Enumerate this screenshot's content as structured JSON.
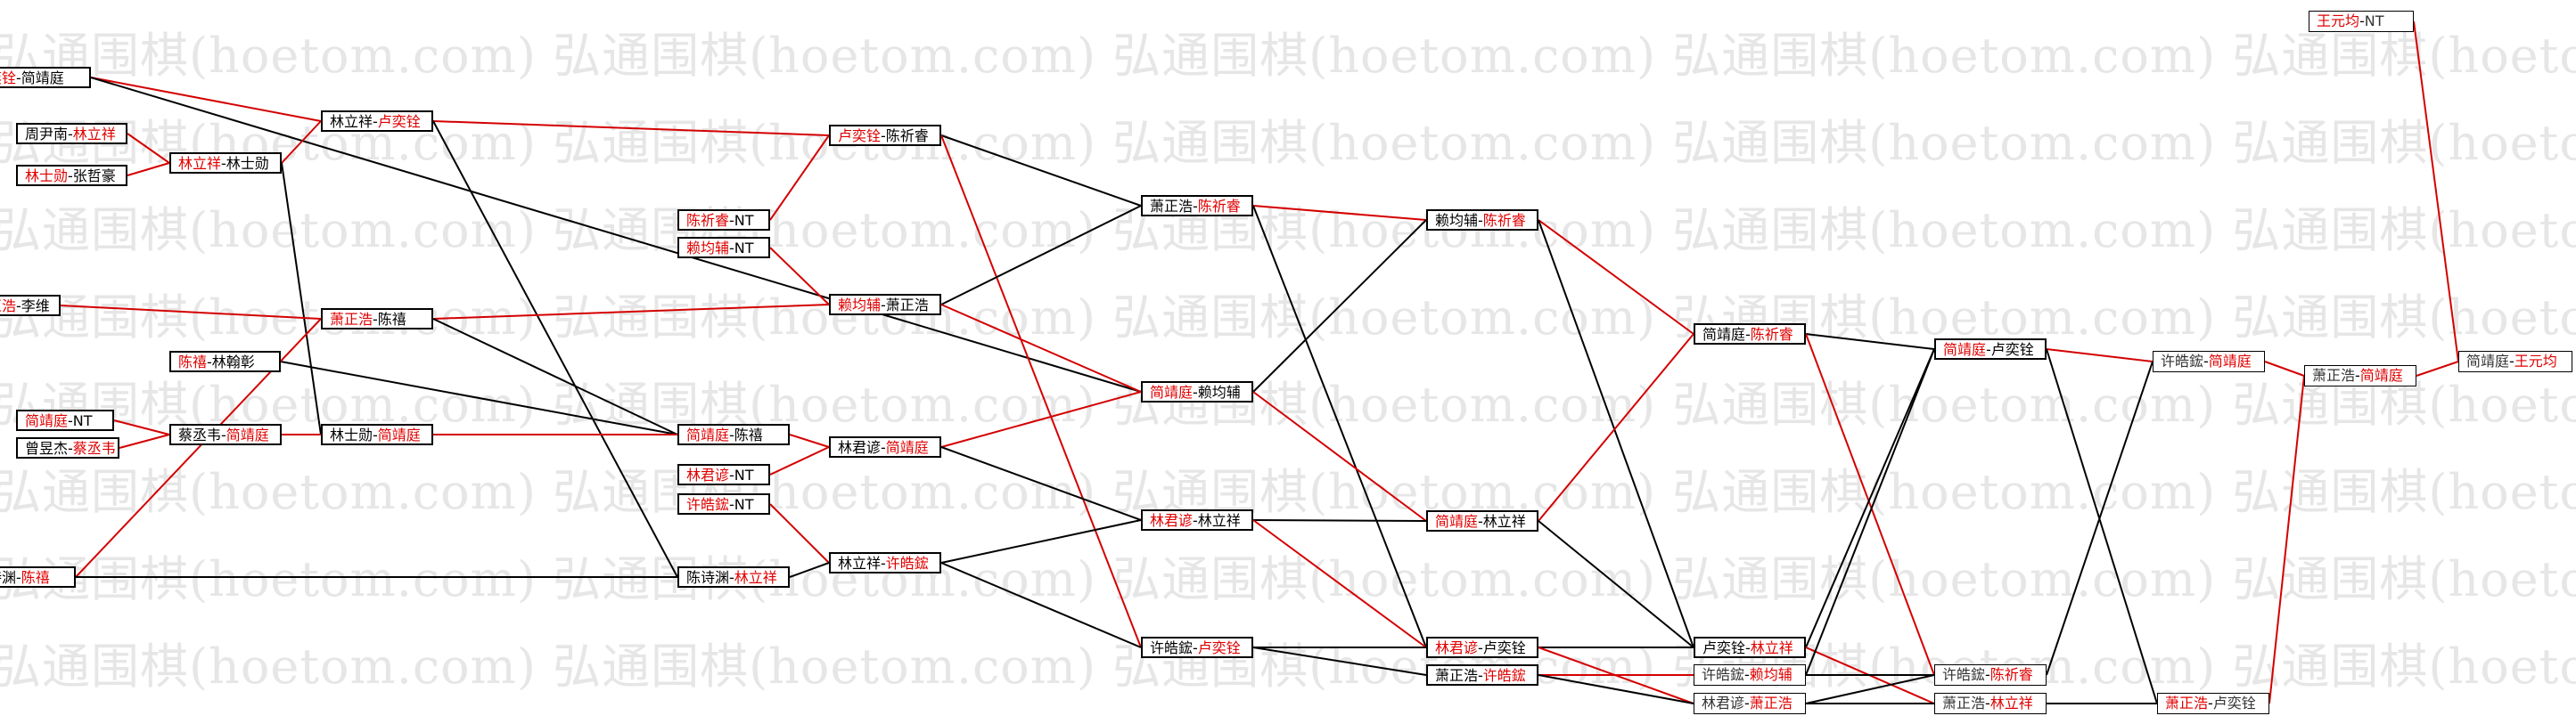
{
  "watermark": "弘通围棋(hoetom.com)",
  "colors": {
    "winner": "#e00000",
    "edge_red": "#d40000",
    "edge_black": "#000000"
  },
  "nodes": [
    {
      "id": "n1",
      "p1": "卢奕铨",
      "p2": "简靖庭",
      "win": 1
    },
    {
      "id": "n2",
      "p1": "周尹南",
      "p2": "林立祥",
      "win": 2
    },
    {
      "id": "n3",
      "p1": "林士勋",
      "p2": "张哲豪",
      "win": 1
    },
    {
      "id": "n4",
      "p1": "萧正浩",
      "p2": "李维",
      "win": 1
    },
    {
      "id": "n5",
      "p1": "陈禧",
      "p2": "林翰彰",
      "win": 1
    },
    {
      "id": "n6",
      "p1": "简靖庭",
      "p2": "NT",
      "win": 1
    },
    {
      "id": "n7",
      "p1": "曾昱杰",
      "p2": "蔡丞韦",
      "win": 2
    },
    {
      "id": "n8",
      "p1": "陈诗渊",
      "p2": "陈禧",
      "win": 2
    },
    {
      "id": "n9",
      "p1": "林立祥",
      "p2": "林士勋",
      "win": 1
    },
    {
      "id": "n10",
      "p1": "蔡丞韦",
      "p2": "简靖庭",
      "win": 2
    },
    {
      "id": "n11",
      "p1": "林立祥",
      "p2": "卢奕铨",
      "win": 2
    },
    {
      "id": "n12",
      "p1": "萧正浩",
      "p2": "陈禧",
      "win": 1
    },
    {
      "id": "n13",
      "p1": "林士勋",
      "p2": "简靖庭",
      "win": 2
    },
    {
      "id": "n14",
      "p1": "陈祈睿",
      "p2": "NT",
      "win": 1
    },
    {
      "id": "n15",
      "p1": "赖均辅",
      "p2": "NT",
      "win": 1
    },
    {
      "id": "n16",
      "p1": "简靖庭",
      "p2": "陈禧",
      "win": 1
    },
    {
      "id": "n17",
      "p1": "林君谚",
      "p2": "NT",
      "win": 1
    },
    {
      "id": "n18",
      "p1": "许皓鋐",
      "p2": "NT",
      "win": 1
    },
    {
      "id": "n19",
      "p1": "陈诗渊",
      "p2": "林立祥",
      "win": 2
    },
    {
      "id": "n20",
      "p1": "卢奕铨",
      "p2": "陈祈睿",
      "win": 1
    },
    {
      "id": "n21",
      "p1": "赖均辅",
      "p2": "萧正浩",
      "win": 1
    },
    {
      "id": "n22",
      "p1": "林君谚",
      "p2": "简靖庭",
      "win": 2
    },
    {
      "id": "n23",
      "p1": "林立祥",
      "p2": "许皓鋐",
      "win": 2
    },
    {
      "id": "n24",
      "p1": "萧正浩",
      "p2": "陈祈睿",
      "win": 2
    },
    {
      "id": "n25",
      "p1": "简靖庭",
      "p2": "赖均辅",
      "win": 1
    },
    {
      "id": "n26",
      "p1": "林君谚",
      "p2": "林立祥",
      "win": 1
    },
    {
      "id": "n27",
      "p1": "许皓鋐",
      "p2": "卢奕铨",
      "win": 2
    },
    {
      "id": "n28",
      "p1": "赖均辅",
      "p2": "陈祈睿",
      "win": 2
    },
    {
      "id": "n29",
      "p1": "简靖庭",
      "p2": "林立祥",
      "win": 1
    },
    {
      "id": "n30",
      "p1": "林君谚",
      "p2": "卢奕铨",
      "win": 1
    },
    {
      "id": "n31",
      "p1": "萧正浩",
      "p2": "许皓鋐",
      "win": 2
    },
    {
      "id": "n32",
      "p1": "简靖庭",
      "p2": "陈祈睿",
      "win": 2
    },
    {
      "id": "n33",
      "p1": "卢奕铨",
      "p2": "林立祥",
      "win": 2
    },
    {
      "id": "n34",
      "p1": "许皓鋐",
      "p2": "赖均辅",
      "win": 2
    },
    {
      "id": "n35",
      "p1": "林君谚",
      "p2": "萧正浩",
      "win": 2
    },
    {
      "id": "n36",
      "p1": "简靖庭",
      "p2": "卢奕铨",
      "win": 1
    },
    {
      "id": "n37",
      "p1": "许皓鋐",
      "p2": "陈祈睿",
      "win": 2
    },
    {
      "id": "n38",
      "p1": "萧正浩",
      "p2": "林立祥",
      "win": 2
    },
    {
      "id": "n39",
      "p1": "许皓鋐",
      "p2": "简靖庭",
      "win": 2
    },
    {
      "id": "n40",
      "p1": "萧正浩",
      "p2": "卢奕铨",
      "win": 1
    },
    {
      "id": "n41",
      "p1": "萧正浩",
      "p2": "简靖庭",
      "win": 2
    },
    {
      "id": "n42",
      "p1": "王元均",
      "p2": "NT",
      "win": 1
    },
    {
      "id": "n43",
      "p1": "简靖庭",
      "p2": "王元均",
      "win": 2
    }
  ],
  "edges": [
    [
      "n1",
      "n11",
      "red"
    ],
    [
      "n1",
      "n25",
      "black"
    ],
    [
      "n2",
      "n9",
      "red"
    ],
    [
      "n3",
      "n9",
      "red"
    ],
    [
      "n9",
      "n11",
      "red"
    ],
    [
      "n9",
      "n13",
      "black"
    ],
    [
      "n4",
      "n12",
      "red"
    ],
    [
      "n5",
      "n16",
      "black"
    ],
    [
      "n6",
      "n10",
      "red"
    ],
    [
      "n7",
      "n10",
      "red"
    ],
    [
      "n8",
      "n12",
      "red"
    ],
    [
      "n8",
      "n19",
      "black"
    ],
    [
      "n10",
      "n13",
      "red"
    ],
    [
      "n11",
      "n20",
      "red"
    ],
    [
      "n11",
      "n19",
      "black"
    ],
    [
      "n12",
      "n21",
      "red"
    ],
    [
      "n12",
      "n16",
      "black"
    ],
    [
      "n13",
      "n16",
      "red"
    ],
    [
      "n14",
      "n20",
      "red"
    ],
    [
      "n15",
      "n21",
      "red"
    ],
    [
      "n16",
      "n22",
      "red"
    ],
    [
      "n17",
      "n22",
      "red"
    ],
    [
      "n18",
      "n23",
      "red"
    ],
    [
      "n19",
      "n23",
      "black"
    ],
    [
      "n20",
      "n24",
      "black"
    ],
    [
      "n20",
      "n27",
      "red"
    ],
    [
      "n21",
      "n24",
      "black"
    ],
    [
      "n21",
      "n25",
      "red"
    ],
    [
      "n22",
      "n25",
      "red"
    ],
    [
      "n22",
      "n26",
      "black"
    ],
    [
      "n23",
      "n26",
      "black"
    ],
    [
      "n23",
      "n27",
      "black"
    ],
    [
      "n24",
      "n28",
      "red"
    ],
    [
      "n24",
      "n30",
      "black"
    ],
    [
      "n25",
      "n28",
      "black"
    ],
    [
      "n25",
      "n29",
      "red"
    ],
    [
      "n26",
      "n29",
      "black"
    ],
    [
      "n26",
      "n30",
      "red"
    ],
    [
      "n27",
      "n30",
      "black"
    ],
    [
      "n27",
      "n31",
      "black"
    ],
    [
      "n28",
      "n32",
      "red"
    ],
    [
      "n28",
      "n33",
      "black"
    ],
    [
      "n29",
      "n32",
      "red"
    ],
    [
      "n29",
      "n33",
      "black"
    ],
    [
      "n30",
      "n33",
      "black"
    ],
    [
      "n30",
      "n35",
      "red"
    ],
    [
      "n31",
      "n34",
      "red"
    ],
    [
      "n31",
      "n35",
      "black"
    ],
    [
      "n32",
      "n36",
      "black"
    ],
    [
      "n32",
      "n37",
      "red"
    ],
    [
      "n33",
      "n36",
      "black"
    ],
    [
      "n33",
      "n38",
      "red"
    ],
    [
      "n34",
      "n36",
      "black"
    ],
    [
      "n34",
      "n37",
      "black"
    ],
    [
      "n35",
      "n37",
      "black"
    ],
    [
      "n35",
      "n38",
      "black"
    ],
    [
      "n36",
      "n39",
      "red"
    ],
    [
      "n36",
      "n40",
      "black"
    ],
    [
      "n37",
      "n39",
      "black"
    ],
    [
      "n38",
      "n40",
      "black"
    ],
    [
      "n39",
      "n41",
      "red"
    ],
    [
      "n40",
      "n41",
      "red"
    ],
    [
      "n41",
      "n43",
      "red"
    ],
    [
      "n42",
      "n43",
      "red"
    ]
  ]
}
